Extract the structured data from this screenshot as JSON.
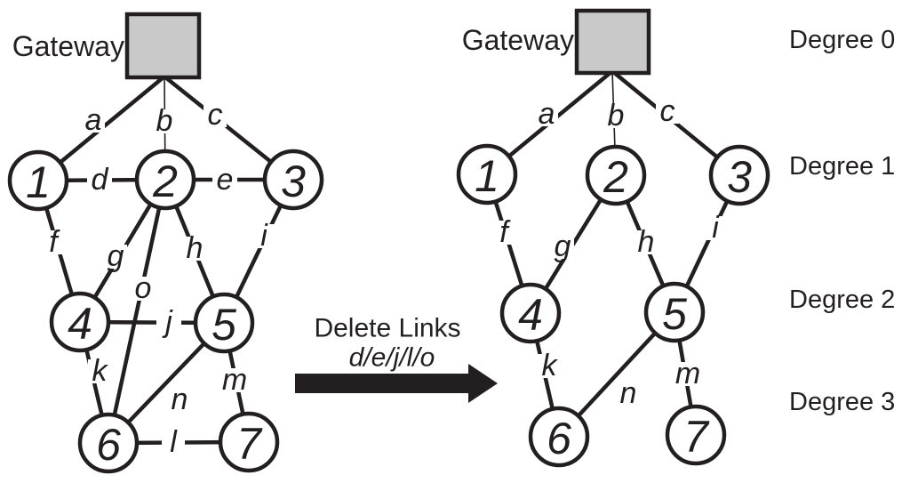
{
  "left_graph": {
    "gateway_label": "Gateway",
    "node_labels": [
      "1",
      "2",
      "3",
      "4",
      "5",
      "6",
      "7"
    ],
    "edges": [
      {
        "label": "a",
        "from": "Gateway",
        "to": "1"
      },
      {
        "label": "b",
        "from": "Gateway",
        "to": "2"
      },
      {
        "label": "c",
        "from": "Gateway",
        "to": "3"
      },
      {
        "label": "d",
        "from": "1",
        "to": "2"
      },
      {
        "label": "e",
        "from": "2",
        "to": "3"
      },
      {
        "label": "f",
        "from": "1",
        "to": "4"
      },
      {
        "label": "g",
        "from": "2",
        "to": "4"
      },
      {
        "label": "h",
        "from": "2",
        "to": "5"
      },
      {
        "label": "i",
        "from": "3",
        "to": "5"
      },
      {
        "label": "o",
        "from": "2",
        "to": "6"
      },
      {
        "label": "j",
        "from": "4",
        "to": "5"
      },
      {
        "label": "k",
        "from": "4",
        "to": "6"
      },
      {
        "label": "n",
        "from": "5",
        "to": "6"
      },
      {
        "label": "m",
        "from": "5",
        "to": "7"
      },
      {
        "label": "l",
        "from": "6",
        "to": "7"
      }
    ]
  },
  "transition": {
    "title": "Delete Links",
    "links": "d/e/j/l/o",
    "deleted_links": [
      "d",
      "e",
      "j",
      "l",
      "o"
    ]
  },
  "right_graph": {
    "gateway_label": "Gateway",
    "node_labels": [
      "1",
      "2",
      "3",
      "4",
      "5",
      "6",
      "7"
    ],
    "edges": [
      {
        "label": "a",
        "from": "Gateway",
        "to": "1"
      },
      {
        "label": "b",
        "from": "Gateway",
        "to": "2"
      },
      {
        "label": "c",
        "from": "Gateway",
        "to": "3"
      },
      {
        "label": "f",
        "from": "1",
        "to": "4"
      },
      {
        "label": "g",
        "from": "2",
        "to": "4"
      },
      {
        "label": "h",
        "from": "2",
        "to": "5"
      },
      {
        "label": "i",
        "from": "3",
        "to": "5"
      },
      {
        "label": "k",
        "from": "4",
        "to": "6"
      },
      {
        "label": "n",
        "from": "5",
        "to": "6"
      },
      {
        "label": "m",
        "from": "5",
        "to": "7"
      }
    ]
  },
  "degree_labels": [
    "Degree 0",
    "Degree 1",
    "Degree 2",
    "Degree 3"
  ],
  "colors": {
    "ink": "#231f20",
    "gateway_fill": "#c9c9c9",
    "background": "#ffffff"
  }
}
